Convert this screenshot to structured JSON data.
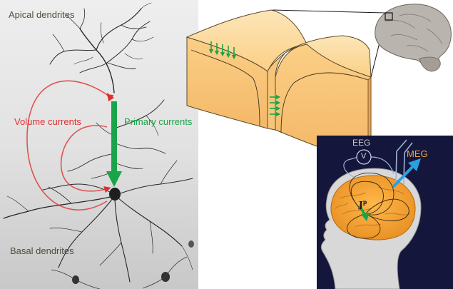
{
  "neuron_panel": {
    "apical_label": "Apical dendrites",
    "basal_label": "Basal dendrites",
    "volume_label": "Volume currents",
    "primary_label": "Primary currents",
    "volume_color": "#e0302e",
    "primary_color": "#1aa44a"
  },
  "head_panel": {
    "eeg_label": "EEG",
    "meg_label": "MEG",
    "voltmeter_label": "V",
    "current_label": "J",
    "current_superscript": "p",
    "background_color": "#14163c",
    "brain_color": "#f0a63a",
    "meg_arrow_color": "#2aa0e0"
  },
  "cortex_colors": {
    "tissue": "#fbcf86",
    "tissue_dark": "#f2b366",
    "arrows": "#1aa44a"
  }
}
